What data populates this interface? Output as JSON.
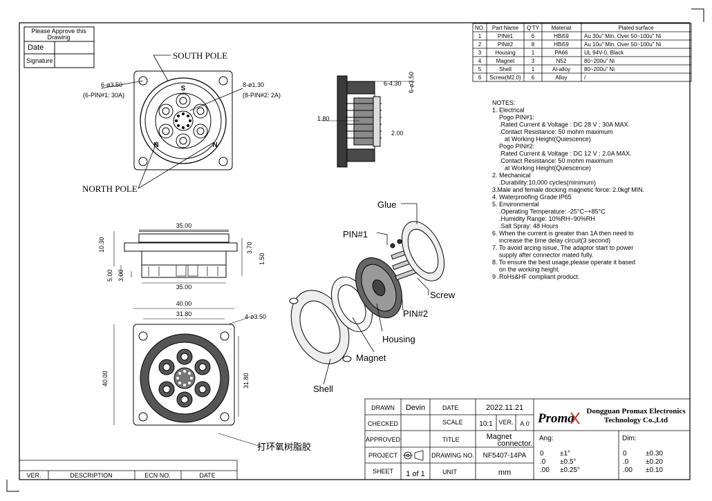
{
  "approve_box": {
    "title_line1": "Please Approve this",
    "title_line2": "Drawing",
    "date_label": "Date",
    "signature_label": "Signature"
  },
  "top_view": {
    "south_pole_label": "SOUTH POLE",
    "north_pole_label": "NORTH POLE",
    "s_mark": "S",
    "n_mark_left": "N",
    "n_mark_right": "N",
    "dim_hole": "6-ø3.50",
    "dim_pin1": "(6-PIN#1: 30A)",
    "dim_pin2_size": "8-ø1.30",
    "dim_pin2": "(8-PIN#2: 2A)"
  },
  "side_section": {
    "dim_4_30": "6-4.30",
    "dim_3_50": "6-ø3.50",
    "dim_1_80": "1.80",
    "dim_2_00": "2.00"
  },
  "front_view": {
    "dim_35_top": "35.00",
    "dim_35_bottom": "35.00",
    "dim_10_30": "10.30",
    "dim_5_00": "5.00",
    "dim_3_00": "3.00",
    "dim_3_70": "3.70",
    "dim_1_50": "1.50"
  },
  "bottom_view": {
    "dim_40_h": "40.00",
    "dim_31_80_h": "31.80",
    "dim_hole": "4-ø3.50",
    "dim_40_v": "40.00",
    "dim_31_80_v": "31.80",
    "epoxy_label": "打环氧树脂胶"
  },
  "exploded_view": {
    "glue": "Glue",
    "pin1": "PIN#1",
    "screw": "Screw",
    "pin2": "PIN#2",
    "housing": "Housing",
    "magnet": "Magnet",
    "shell": "Shell"
  },
  "bom": {
    "headers": [
      "NO.",
      "Part Name",
      "Q'TY",
      "Material",
      "Plated surface"
    ],
    "rows": [
      [
        "1",
        "PIN#1",
        "6",
        "HBi59",
        "Au 30u\" Min. Over 50~100u\" Ni"
      ],
      [
        "2",
        "PIN#2",
        "8",
        "HBi59",
        "Au 10u\" Min. Over 50~100u\" Ni"
      ],
      [
        "3",
        "Housing",
        "1",
        "PA66",
        "UL 94V-0, Black"
      ],
      [
        "4",
        "Magnet",
        "3",
        "N52",
        "80~200u\" Ni"
      ],
      [
        "5",
        "Shell",
        "1",
        "Al-alloy",
        "80~200u\" Ni"
      ],
      [
        "6",
        "Screw(M2.0)",
        "6",
        "Alloy",
        "/"
      ]
    ]
  },
  "notes": [
    "NOTES:",
    "1. Electrical",
    "   Pogo PIN#1:",
    "   .Rated Current & Voltage : DC 28 V ; 30A MAX.",
    "   .Contact Resistance: 50 mohm maximum",
    "     at Working Height(Quiescence)",
    "   Pogo PIN#2:",
    "   .Rated Current & Voltage : DC 12 V ; 2.0A MAX.",
    "   .Contact Resistance: 50 mohm maximum",
    "     at Working Height(Quiescence)",
    "2. Mechanical",
    "   .Durability:10,000 cycles(minimum)",
    "3.Male and female docking magnetic force: 2.0kgf MIN.",
    "4. Waterproofing Grade:IP65",
    "5. Environmental",
    "   .Operating Temperature: -25°C~+85°C",
    "   .Humidity Range: 10%RH~90%RH",
    "   .Salt Spray: 48 Hours",
    "6. When the current is greater than 1A then need to",
    "   increase the time delay circuit(3 second)",
    "7. To avoid arcing issue, The adaptor start to power",
    "   supply after connector mated fully.",
    "8. To ensure the best usage,please operate it based",
    "   on the working height.",
    "9 .RoHs&HF compliant product."
  ],
  "revision": {
    "ver": "VER.",
    "description": "DESCRIPTION",
    "ecn": "ECN NO.",
    "date": "DATE"
  },
  "title_block": {
    "drawn_label": "DRAWN",
    "drawn_value": "Devin",
    "date_label": "DATE",
    "date_value": "2022.11.21",
    "checked_label": "CHECKED",
    "scale_label": "SCALE",
    "scale_value": "10:1",
    "ver_label": "VER.",
    "ver_value": "A.0",
    "approved_label": "APPROVED",
    "title_label": "TITLE",
    "title_value_1": "Magnet",
    "title_value_2": "connector.",
    "project_label": "PROJECT",
    "drawing_no_label": "DRAWING NO.",
    "drawing_no_value": "NF5407-14PA",
    "sheet_label": "SHEET",
    "sheet_value": "1  of  1",
    "unit_label": "UNIT",
    "unit_value": "mm",
    "logo_text": "Proma",
    "company_line1": "Dongguan Promax Electronics",
    "company_line2": "Technology Co.,Ltd",
    "ang_label": "Ang:",
    "dim_label": "Dim:",
    "ang_rows": [
      [
        "0",
        "±1°"
      ],
      [
        ".0",
        "±0.5°"
      ],
      [
        ".00",
        "±0.25°"
      ]
    ],
    "dim_rows": [
      [
        "0",
        "±0.30"
      ],
      [
        ".0",
        "±0.20"
      ],
      [
        ".00",
        "±0.10"
      ]
    ]
  }
}
